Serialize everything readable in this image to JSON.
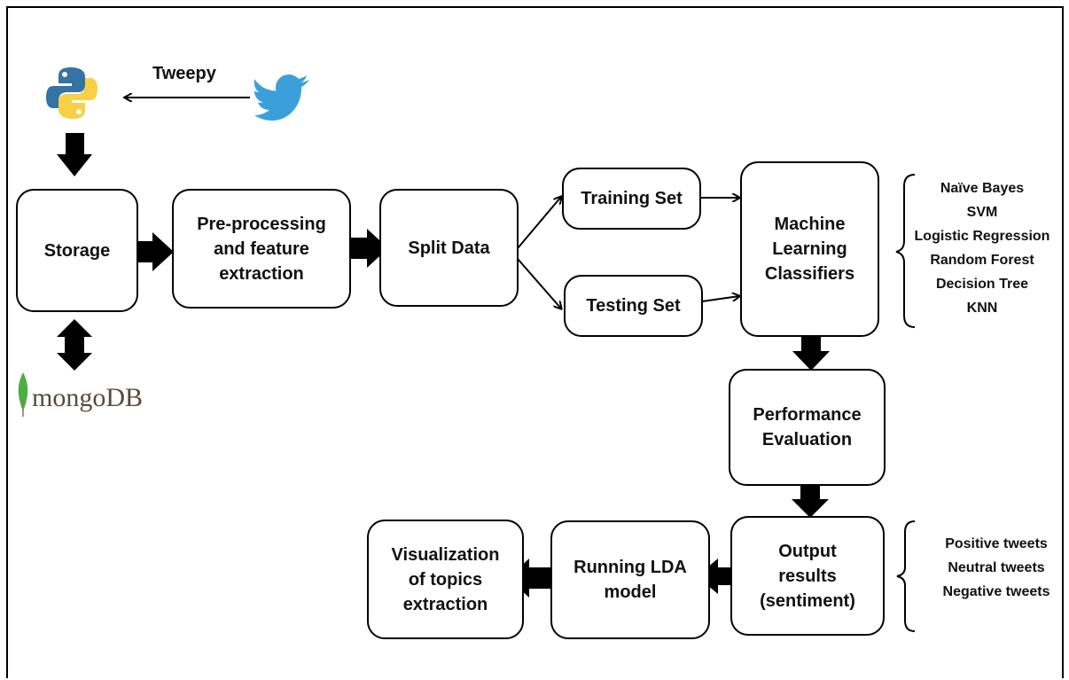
{
  "source": {
    "api_label": "Tweepy"
  },
  "nodes": {
    "storage": "Storage",
    "preprocessing": "Pre-processing\nand feature\nextraction",
    "split": "Split Data",
    "training": "Training Set",
    "testing": "Testing Set",
    "classifiers": "Machine\nLearning\nClassifiers",
    "evaluation": "Performance\nEvaluation",
    "output": "Output\nresults\n(sentiment)",
    "lda": "Running LDA\nmodel",
    "visualization": "Visualization\nof topics\nextraction"
  },
  "database": {
    "label_prefix": "mongo",
    "label_suffix": "DB"
  },
  "classifier_list": [
    "Naïve Bayes",
    "SVM",
    "Logistic Regression",
    "Random Forest",
    "Decision Tree",
    "KNN"
  ],
  "sentiment_list": [
    "Positive tweets",
    "Neutral tweets",
    "Negative tweets"
  ],
  "icons": [
    "python-icon",
    "twitter-bird-icon",
    "mongodb-leaf-icon"
  ],
  "colors": {
    "python_blue": "#3572A5",
    "python_yellow": "#F7D046",
    "twitter_blue": "#3BA0DA",
    "mongo_green": "#4CAF3F",
    "mongo_text": "#5a4a3a"
  }
}
